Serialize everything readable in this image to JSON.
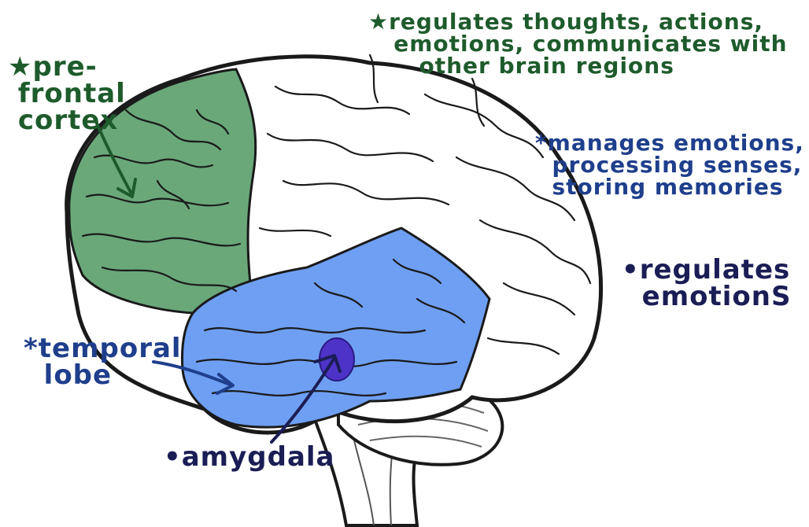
{
  "colors": {
    "prefrontal": "#6aa87a",
    "temporal": "#6e9ff2",
    "amygdala": "#4d33c8",
    "outline": "#1a1a1a",
    "green_text": "#1e5b2c",
    "blue_text": "#1f3f8c",
    "navy_text": "#1b1d55"
  },
  "labels": {
    "prefrontal": "★pre-\n frontal\n cortex",
    "prefrontal_desc": "★regulates thoughts, actions,\n   emotions, communicates with\n      other brain regions",
    "temporal": "*temporal\n  lobe",
    "temporal_desc": "*manages emotions,\n  processing senses,\n  storing memories",
    "amygdala": "•amygdala",
    "amygdala_desc": "•regulates\n  emotionS"
  }
}
